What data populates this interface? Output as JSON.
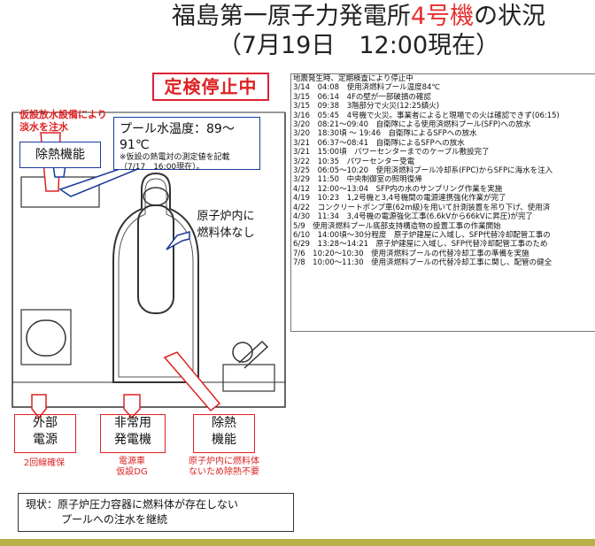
{
  "title": {
    "line1_pre": "福島第一原子力発電所",
    "line1_hl": "4号機",
    "line1_post": "の状況",
    "line2": "（7月19日　12:00現在）"
  },
  "status": {
    "pre": "定検停",
    "hl": "止中"
  },
  "diagram": {
    "water_note": [
      "仮設放水設備により",
      "淡水を注水"
    ],
    "pool_temp": "プール水温度：89～91℃",
    "pool_note": [
      "※仮設の熱電対の測定値を記載",
      "（7/17　16:00現在）。"
    ],
    "heat_removal_top": "除熱機能",
    "core_note": [
      "原子炉内に",
      "燃料体なし"
    ],
    "labels": [
      {
        "top": "外部",
        "bottom": "電源",
        "sub": [
          "2回線確保"
        ]
      },
      {
        "top": "非常用",
        "bottom": "発電機",
        "sub": [
          "電源車",
          "仮設DG"
        ]
      },
      {
        "top": "除熱",
        "bottom": "機能",
        "sub": [
          "原子炉内に燃料体",
          "ないため除熱不要"
        ]
      }
    ]
  },
  "events": [
    "地震発生時、定期検査により停止中",
    "3/14　04:08　使用済燃料プール温度84℃",
    "3/15　06:14　4Fの壁が一部破損の確認",
    "3/15　09:38　3階部分で火災(12:25鎮火)",
    "3/16　05:45　4号機で火災。事業者によると現場での火は確認できず(06:15)",
    "3/20　08:21～09:40　自衛隊による使用済燃料プール(SFP)への放水",
    "3/20　18:30頃 ～ 19:46　自衛隊によるSFPへの放水",
    "3/21　06:37～08:41　自衛隊によるSFPへの放水",
    "3/21　15:00頃　パワーセンターまでのケーブル敷設完了",
    "3/22　10:35　パワーセンター受電",
    "3/25　06:05～10:20　使用済燃料プール冷却系(FPC)からSFPに海水を注入",
    "3/29　11:50　中央制御室の照明復帰",
    "4/12　12:00～13:04　SFP内の水のサンプリング作業を実施",
    "4/19　10:23　1,2号機と3,4号機間の電源連携強化作業が完了",
    "4/22　コンクリートポンプ車(62m級)を用いて計測装置を吊り下げ、使用済",
    "4/30　11:34　3,4号機の電源強化工事(6.6kVから66kVに昇圧)が完了",
    "5/9　使用済燃料プール底部支持構造物の設置工事の作業開始",
    "6/10　14:00頃～30分程度　原子炉建屋に入域し、SFP代替冷却配管工事の",
    "6/29　13:28～14:21　原子炉建屋に入域し、SFP代替冷却配管工事のため",
    "7/6　10:20～10:30　使用済燃料プールの代替冷却工事の準備を実施",
    "7/8　10:00～11:30　使用済燃料プールの代替冷却工事に関し、配管の健全"
  ],
  "current_status": {
    "line1": "現状：原子炉圧力容器に燃料体が存在しない",
    "line2": "プールへの注水を継続"
  }
}
